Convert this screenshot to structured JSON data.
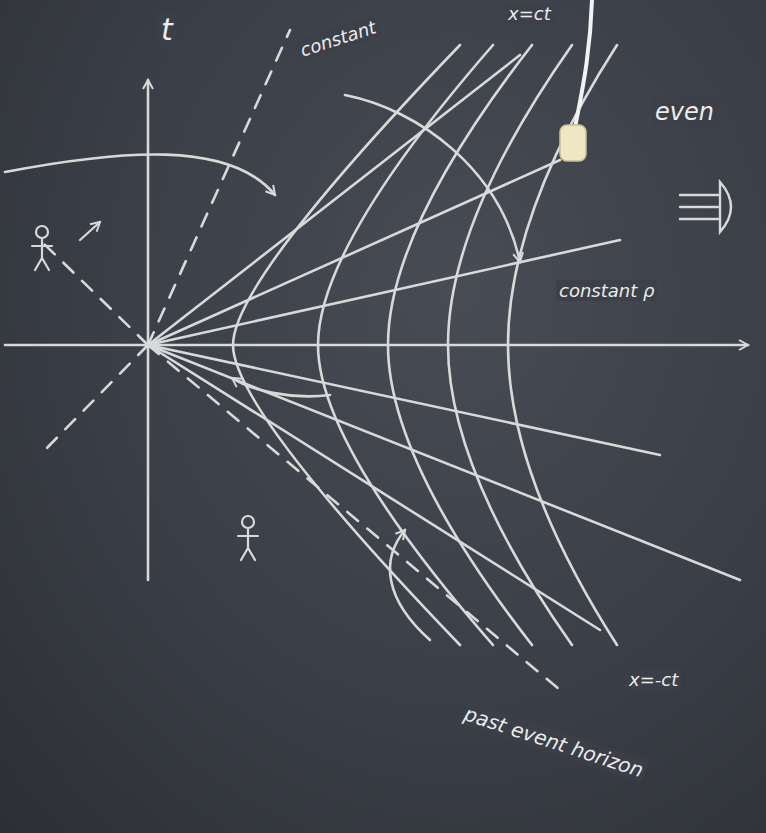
{
  "diagram": {
    "labels": [
      "t",
      "constant",
      "x=ct",
      "even",
      "constant ρ",
      "x=-ct",
      "past event horizon"
    ]
  }
}
